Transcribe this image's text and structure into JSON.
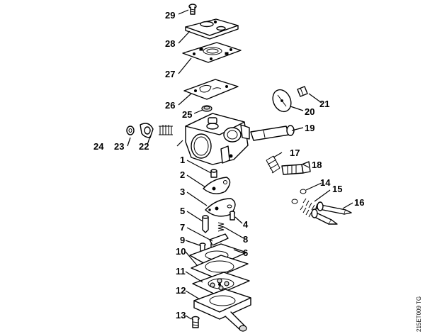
{
  "callouts": {
    "c1": "1",
    "c2": "2",
    "c3": "3",
    "c4": "4",
    "c5": "5",
    "c6": "6",
    "c7": "7",
    "c8": "8",
    "c9": "9",
    "c10": "10",
    "c11": "11",
    "c12": "12",
    "c13": "13",
    "c14": "14",
    "c15": "15",
    "c16": "16",
    "c17": "17",
    "c18": "18",
    "c19": "19",
    "c20": "20",
    "c21": "21",
    "c22": "22",
    "c23": "23",
    "c24": "24",
    "c25": "25",
    "c26": "26",
    "c27": "27",
    "c28": "28",
    "c29": "29"
  },
  "figure_code": "215ET009 TG"
}
